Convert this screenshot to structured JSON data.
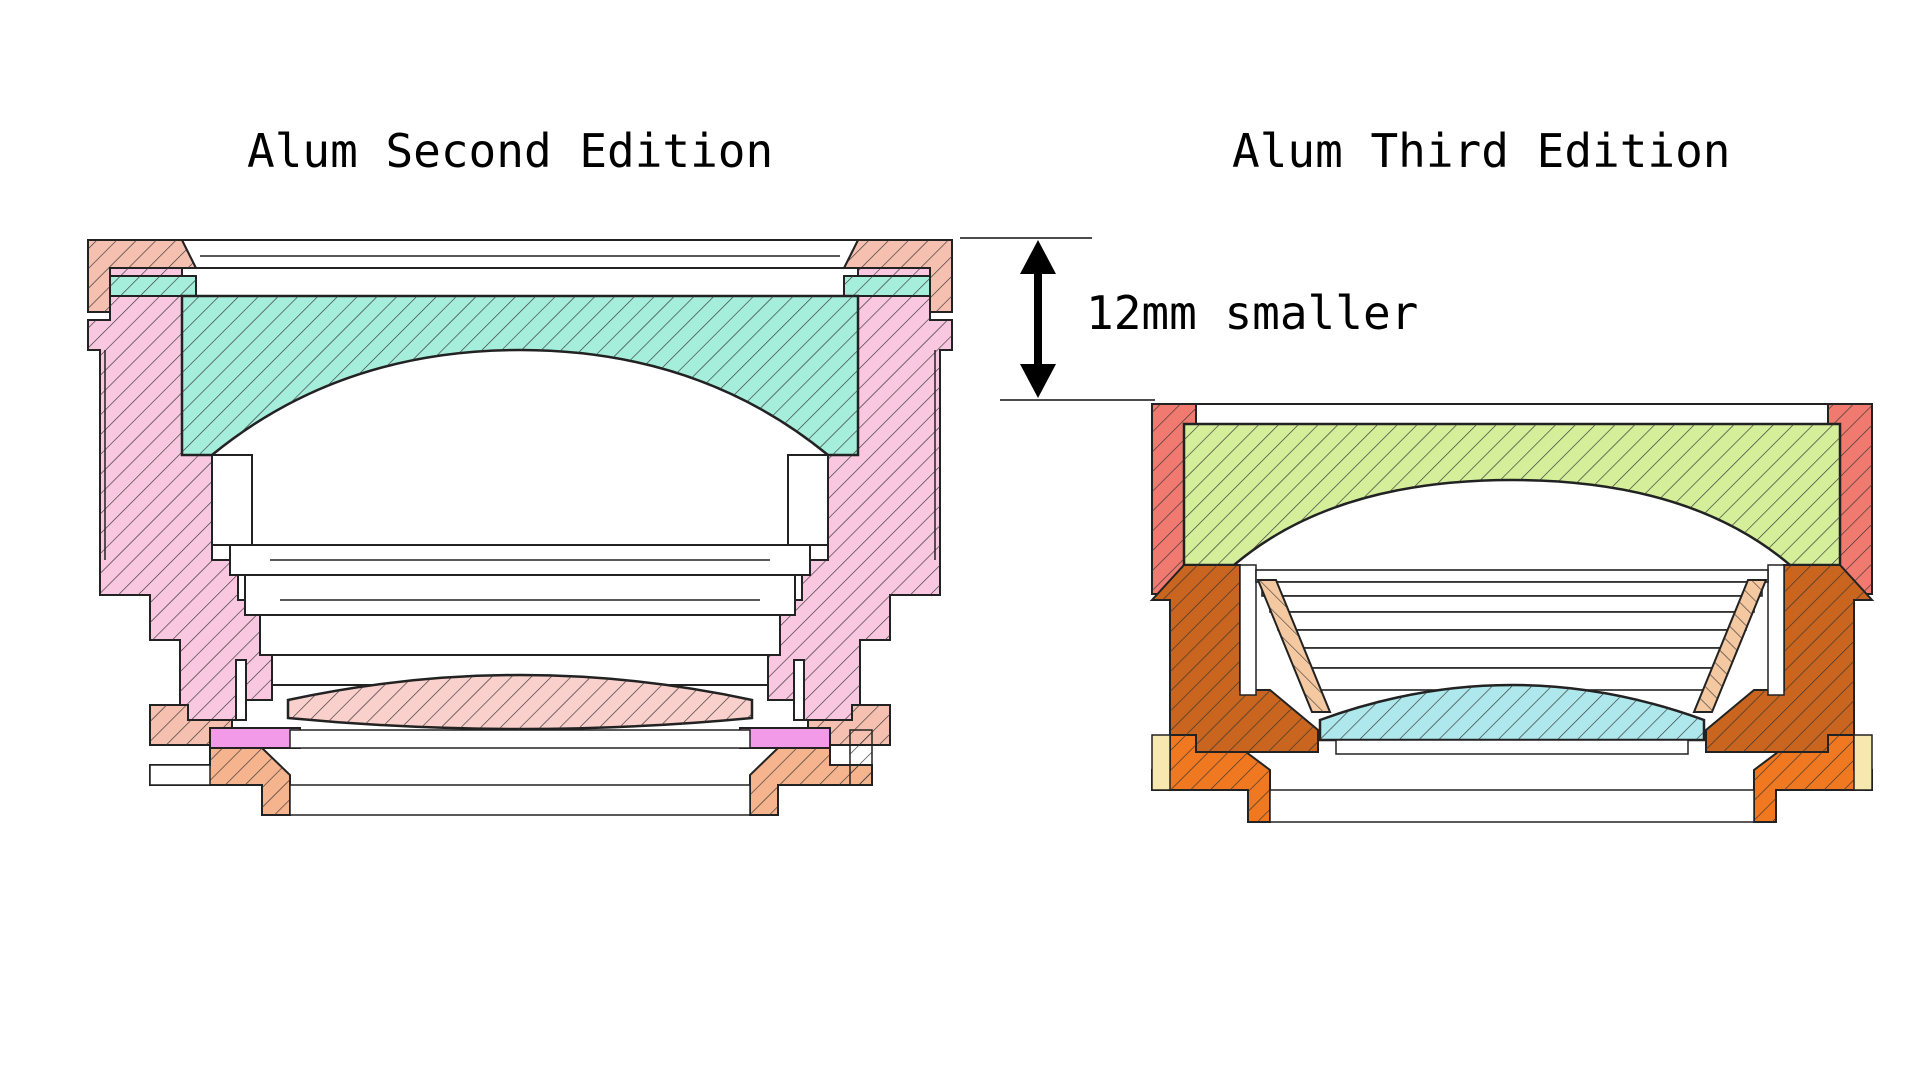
{
  "titles": {
    "left": "Alum Second Edition",
    "right": "Alum Third Edition"
  },
  "annotation": {
    "text": "12mm smaller",
    "icon": "double-arrow-vertical-icon"
  },
  "colors": {
    "second_edition_body": "#f9c8e0",
    "second_edition_front_lens": "#a6eedc",
    "second_edition_rear_lens": "#f9d0cc",
    "second_edition_retainer": "#f5b48d",
    "second_edition_cap": "#f5c0b0",
    "third_edition_body": "#c9651f",
    "third_edition_front_lens": "#d4ee9a",
    "third_edition_rear_lens": "#aee8ec",
    "third_edition_ring": "#f07a70",
    "third_edition_baffle": "#f4c8a0",
    "third_edition_mount": "#f07820",
    "outline": "#222222"
  }
}
